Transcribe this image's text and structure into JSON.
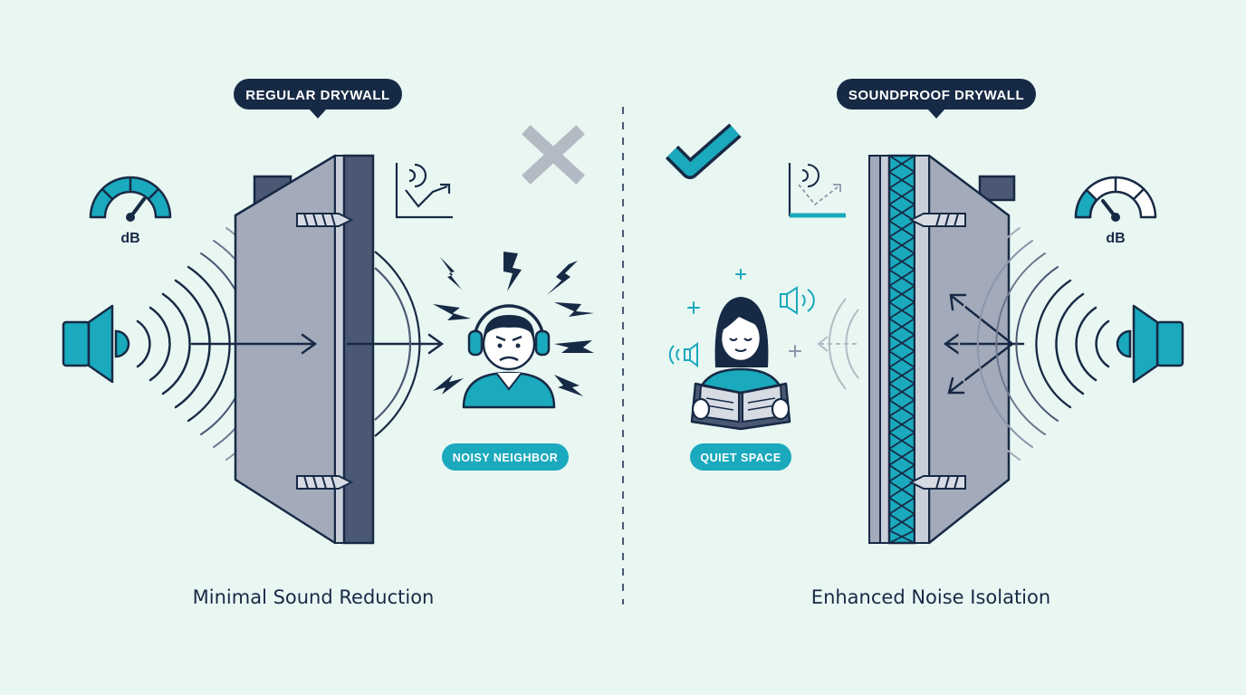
{
  "left": {
    "title": "REGULAR DRYWALL",
    "meter_unit": "dB",
    "person_label": "NOISY NEIGHBOR",
    "caption": "Minimal Sound Reduction",
    "status_icon": "cross-icon"
  },
  "right": {
    "title": "SOUNDPROOF DRYWALL",
    "meter_unit": "dB",
    "person_label": "QUIET SPACE",
    "caption": "Enhanced Noise Isolation",
    "status_icon": "check-icon"
  },
  "colors": {
    "background": "#e9f7f3",
    "teal": "#1aa9bd",
    "navy": "#172a45",
    "wall_gray": "#a3abbb",
    "wall_dark": "#4a5873",
    "cross_gray": "#b3bac3"
  }
}
